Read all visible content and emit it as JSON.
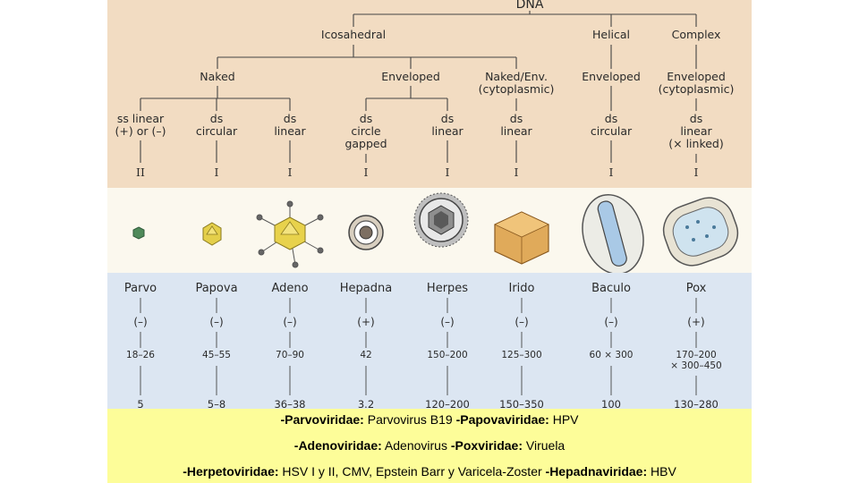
{
  "tree": {
    "root": "DNA",
    "symmetry": [
      "Icosahedral",
      "Helical",
      "Complex"
    ],
    "envelope": [
      "Naked",
      "Enveloped",
      "Naked/Env.\n(cytoplasmic)",
      "Enveloped",
      "Enveloped\n(cytoplasmic)"
    ],
    "genome": [
      "ss linear\n(+) or (–)",
      "ds\ncircular",
      "ds\nlinear",
      "ds\ncircle\ngapped",
      "ds\nlinear",
      "ds\nlinear",
      "ds\ncircular",
      "ds\nlinear\n(× linked)"
    ],
    "classes": [
      "II",
      "I",
      "I",
      "I",
      "I",
      "I",
      "I",
      "I"
    ]
  },
  "virus_images": [
    "parvo-virion",
    "papova-virion",
    "adeno-virion",
    "hepadna-virion",
    "herpes-virion",
    "irido-virion",
    "baculo-virion",
    "pox-virion"
  ],
  "families": [
    {
      "name": "Parvo",
      "sense": "(–)",
      "size": "18–26",
      "kb": "5"
    },
    {
      "name": "Papova",
      "sense": "(–)",
      "size": "45–55",
      "kb": "5–8"
    },
    {
      "name": "Adeno",
      "sense": "(–)",
      "size": "70–90",
      "kb": "36–38"
    },
    {
      "name": "Hepadna",
      "sense": "(+)",
      "size": "42",
      "kb": "3.2"
    },
    {
      "name": "Herpes",
      "sense": "(–)",
      "size": "150–200",
      "kb": "120–200"
    },
    {
      "name": "Irido",
      "sense": "(–)",
      "size": "125–300",
      "kb": "150–350"
    },
    {
      "name": "Baculo",
      "sense": "(–)",
      "size": "60 × 300",
      "kb": "100"
    },
    {
      "name": "Pox",
      "sense": "(+)",
      "size": "170–200\n× 300–450",
      "kb": "130–280"
    }
  ],
  "caption": {
    "line1": [
      {
        "bold": "-Parvoviridae:",
        "text": " Parvovirus B19  "
      },
      {
        "bold": "-Papovaviridae:",
        "text": " HPV"
      }
    ],
    "line2": [
      {
        "bold": "-Adenoviridae:",
        "text": " Adenovirus "
      },
      {
        "bold": "-Poxviridae:",
        "text": " Viruela"
      }
    ],
    "line3": [
      {
        "bold": "-Herpetoviridae:",
        "text": " HSV I y II, CMV, Epstein Barr y Varicela-Zoster  "
      },
      {
        "bold": "-Hepadnaviridae:",
        "text": " HBV"
      }
    ]
  }
}
